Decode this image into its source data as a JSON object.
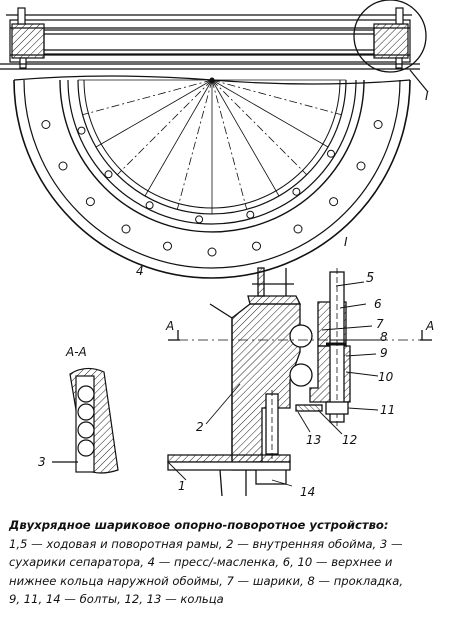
{
  "caption": {
    "title": "Двухрядное шариковое опорно-поворотное устройство:",
    "lines": [
      "1,5 — ходовая и поворотная рамы, 2 — внутренняя обойма, 3 —",
      "сухарики сепаратора, 4 — пресс/-масленка, 6, 10 — верхнее и",
      "нижнее кольца наружной обоймы, 7 — шарики, 8 — прокладка,",
      "9, 11, 14 — болты, 12, 13 — кольца"
    ]
  },
  "labels": {
    "callout_top": "I",
    "callout_bottom": "I",
    "section_left": "A",
    "section_right": "A",
    "section_view": "А-А",
    "n1": "1",
    "n2": "2",
    "n3": "3",
    "n4": "4",
    "n5": "5",
    "n6": "6",
    "n7": "7",
    "n8": "8",
    "n9": "9",
    "n10": "10",
    "n11": "11",
    "n12": "12",
    "n13": "13",
    "n14": "14"
  }
}
